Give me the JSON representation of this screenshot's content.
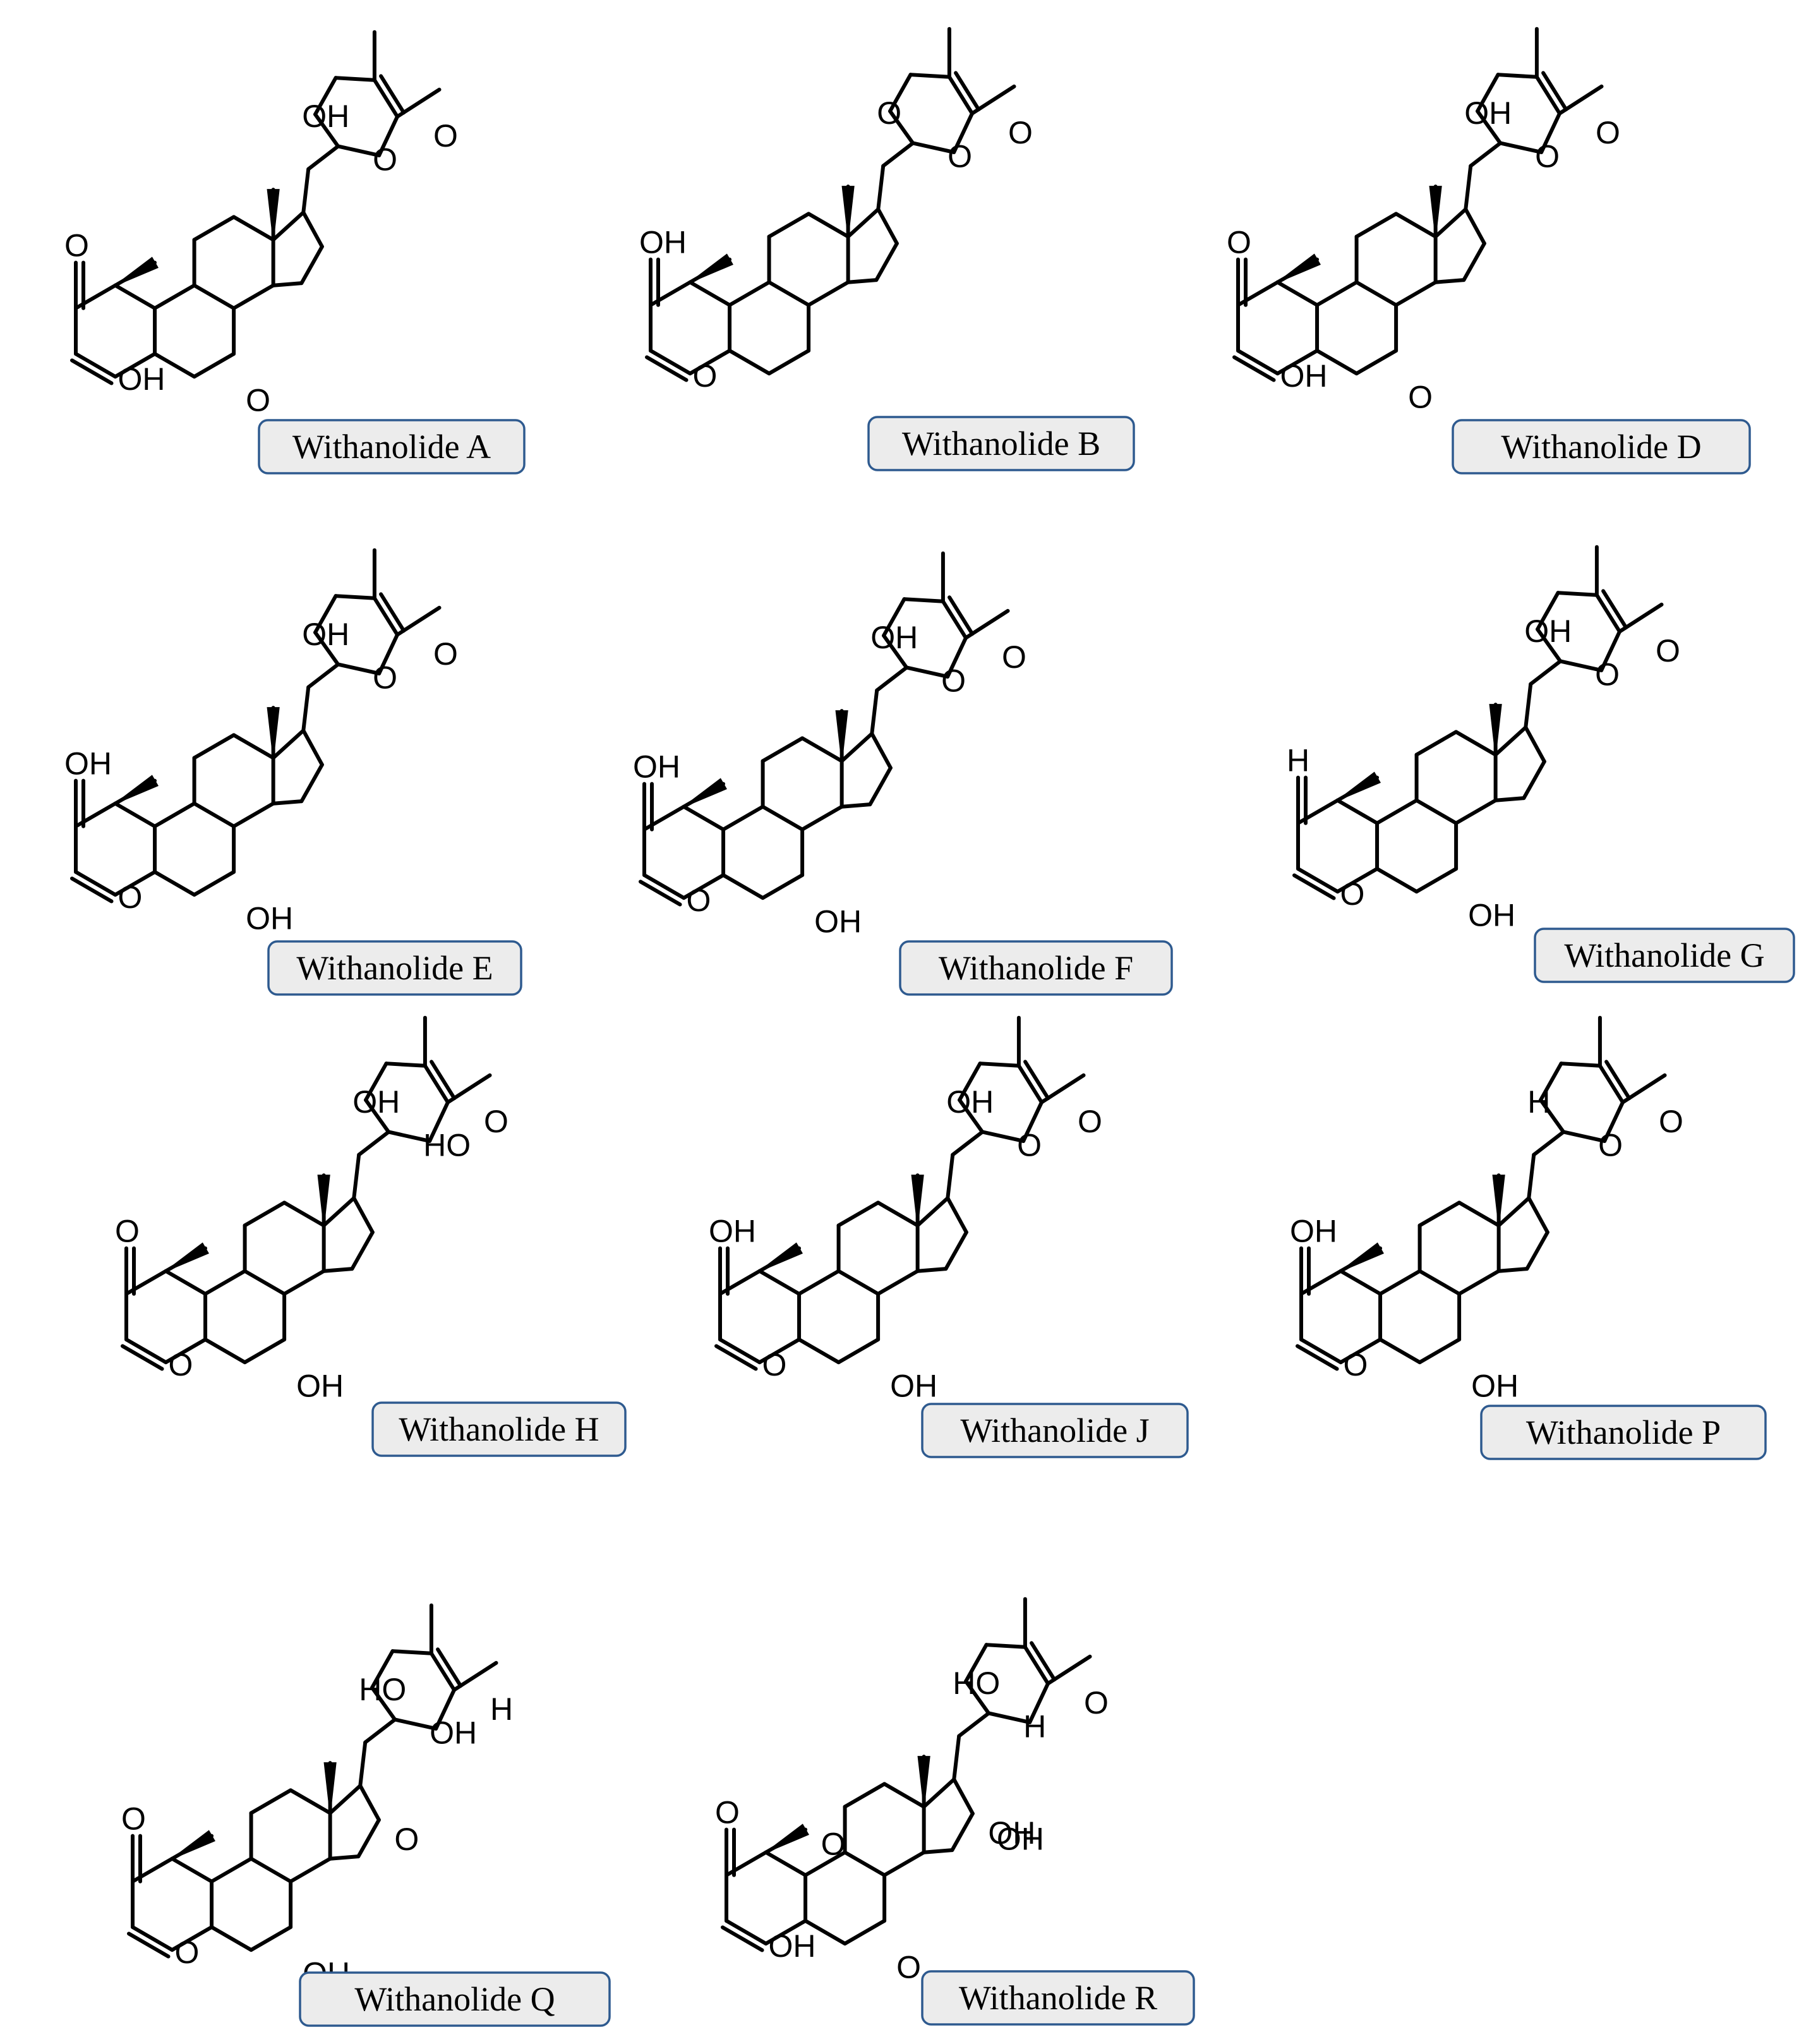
{
  "figure": {
    "compounds": [
      {
        "label": "Withanolide A",
        "atoms": [
          "OH",
          "O",
          "O",
          "O",
          "OH",
          "O"
        ]
      },
      {
        "label": "Withanolide B",
        "atoms": [
          "O",
          "O",
          "O",
          "OH",
          "O"
        ]
      },
      {
        "label": "Withanolide D",
        "atoms": [
          "OH",
          "O",
          "O",
          "O",
          "OH",
          "O"
        ]
      },
      {
        "label": "Withanolide E",
        "atoms": [
          "OH",
          "O",
          "O",
          "OH",
          "O",
          "OH"
        ]
      },
      {
        "label": "Withanolide F",
        "atoms": [
          "OH",
          "O",
          "O",
          "OH",
          "O",
          "OH"
        ]
      },
      {
        "label": "Withanolide G",
        "atoms": [
          "OH",
          "O",
          "O",
          "H",
          "O",
          "OH"
        ]
      },
      {
        "label": "Withanolide H",
        "atoms": [
          "OH",
          "HO",
          "O",
          "O",
          "O",
          "OH"
        ]
      },
      {
        "label": "Withanolide J",
        "atoms": [
          "OH",
          "O",
          "O",
          "OH",
          "O",
          "OH"
        ]
      },
      {
        "label": "Withanolide P",
        "atoms": [
          "H",
          "O",
          "O",
          "OH",
          "O",
          "OH"
        ]
      },
      {
        "label": "Withanolide Q",
        "atoms": [
          "HO",
          "OH",
          "H",
          "O",
          "O",
          "OH",
          "O"
        ]
      },
      {
        "label": "Withanolide R",
        "atoms": [
          "HO",
          "H",
          "O",
          "O",
          "OH",
          "O",
          "OH",
          "OH",
          "O"
        ]
      }
    ]
  }
}
